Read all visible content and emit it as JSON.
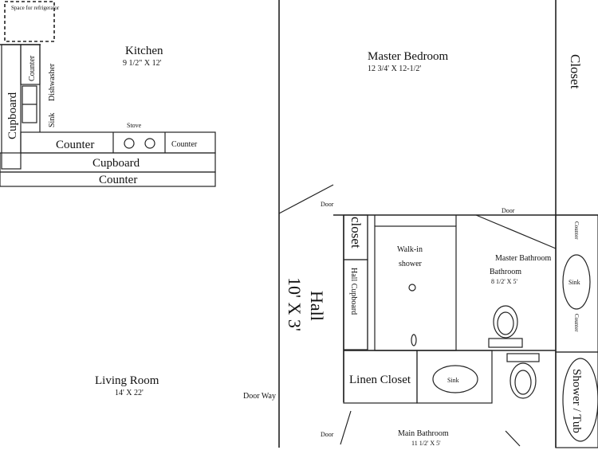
{
  "refrigerator": "Space for refrigerator",
  "kitchen": {
    "name": "Kitchen",
    "dims": "9 1/2\" X 12'"
  },
  "kitchen_fixtures": {
    "counter_vertical": "Counter",
    "cupboard_vertical": "Cupboard",
    "sink": "Sink",
    "dishwasher": "Dishwasher",
    "stove": "Stove",
    "counter_left": "Counter",
    "counter_right": "Counter",
    "cupboard_long": "Cupboard",
    "counter_long": "Counter"
  },
  "master_bedroom": {
    "name": "Master Bedroom",
    "dims": "12 3/4' X 12-1/2'"
  },
  "closet_right": "Closet",
  "door_hall": "Door",
  "door_master_bath": "Door",
  "door_main_bath": "Door",
  "hall": {
    "name": "Hall",
    "dims": "10' X 3'"
  },
  "closet_small": "closet",
  "hall_cupboard": "Hall Cupboard",
  "walk_in_shower": "Walk-in shower",
  "master_bathroom": {
    "name": "Master Bathroom",
    "dims": "8 1/2' X 5'"
  },
  "vanity": {
    "counter_top": "Counter",
    "sink": "Sink",
    "counter_bottom": "Counter"
  },
  "linen_closet": "Linen Closet",
  "bath_sink": "Sink",
  "shower_tub": "Shower / Tub",
  "living_room": {
    "name": "Living Room",
    "dims": "14' X 22'"
  },
  "doorway": "Door Way",
  "main_bathroom": {
    "name": "Main Bathroom",
    "dims": "11 1/2' X 5'"
  }
}
